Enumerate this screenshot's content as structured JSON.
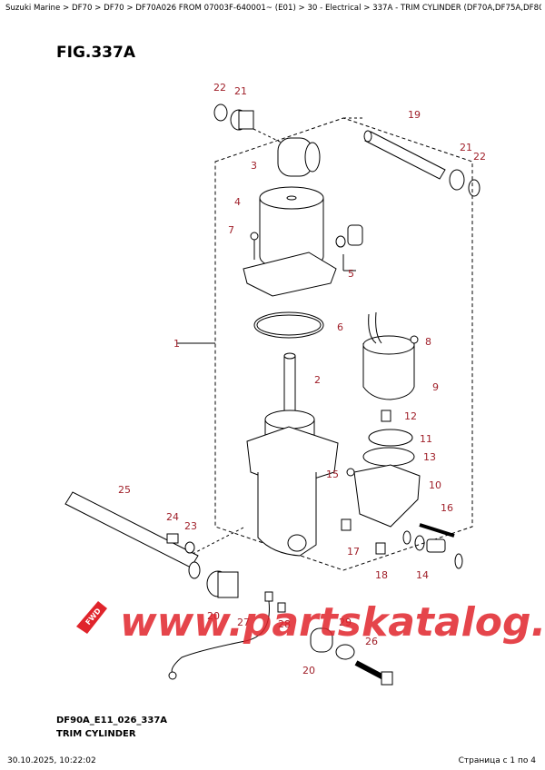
{
  "breadcrumb": "Suzuki Marine > DF70 > DF70 > DF70A026 FROM 07003F-640001~ (E01) > 30 - Electrical > 337A - TRIM CYLINDER (DF70A,DF75A,DF80A,DF90A,DF100B)",
  "figure_title": "FIG.337A",
  "callouts": [
    "22",
    "21",
    "19",
    "21",
    "22",
    "3",
    "4",
    "7",
    "5",
    "6",
    "8",
    "1",
    "2",
    "9",
    "12",
    "11",
    "13",
    "15",
    "10",
    "16",
    "25",
    "24",
    "23",
    "17",
    "18",
    "14",
    "27",
    "28",
    "29",
    "26",
    "20",
    "20"
  ],
  "watermark": "www.partskatalog.ru",
  "fwd_label": "FWD",
  "footer_code": "DF90A_E11_026_337A",
  "footer_name": "TRIM CYLINDER",
  "timestamp": "30.10.2025, 10:22:02",
  "page_count": "Страница с 1 по 4"
}
